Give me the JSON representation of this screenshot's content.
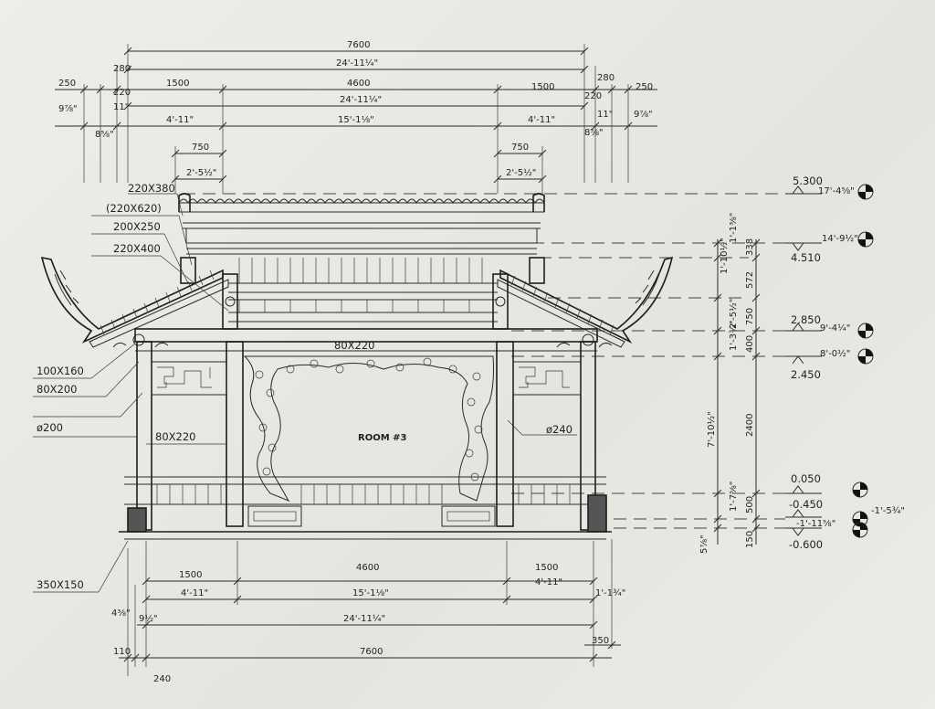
{
  "room_label": "ROOM #3",
  "top_dims": {
    "overall_mm": "7600",
    "overall_ft": "24'-11¼\"",
    "left_eave": "250",
    "left_eave_ft": "9⅞\"",
    "left_280": "280",
    "left_220": "220",
    "left_11": "11\"",
    "left_8": "8⅝\"",
    "bay_left": "1500",
    "bay_left_ft": "4'-11\"",
    "center_mm": "4600",
    "center_ft": "24'-11¼\"",
    "center_ft2": "15'-1⅛\"",
    "bay_right": "1500",
    "bay_right_ft": "4'-11\"",
    "right_280": "280",
    "right_220": "220",
    "right_eave": "250",
    "right_11": "11\"",
    "right_eave_ft": "9⅞\"",
    "right_8": "8⅝\"",
    "cap_left": "750",
    "cap_left_ft": "2'-5½\"",
    "cap_right": "750",
    "cap_right_ft": "2'-5½\""
  },
  "left_callouts": [
    "220X380",
    "(220X620)",
    "200X250",
    "220X400",
    "100X160",
    "80X200",
    "ø200",
    "80X220",
    "350X150"
  ],
  "center_labels": {
    "beam": "80X220",
    "column": "ø240"
  },
  "right_vertical": {
    "ft": [
      "1'-10½\"",
      "1'-1⅜\"",
      "2'-5½\"",
      "1'-3¾\"",
      "7'-10½\"",
      "1'-7⅝\"",
      "5⅞\""
    ],
    "mm": [
      "338",
      "572",
      "750",
      "400",
      "2400",
      "500",
      "150"
    ]
  },
  "elevations": [
    {
      "value": "5.300",
      "ft": "17'-4⅝\""
    },
    {
      "value": "4.510",
      "ft": "14'-9½\""
    },
    {
      "value": "2.850",
      "ft": "9'-4¼\""
    },
    {
      "value": "2.450",
      "ft": "8'-0½\""
    },
    {
      "value": "0.050",
      "ft": ""
    },
    {
      "value": "-0.450",
      "ft": "-1'-5¾\""
    },
    {
      "value": "-0.600",
      "ft": "-1'-11⅝\""
    }
  ],
  "bottom_dims": {
    "bay_left": "1500",
    "bay_left_ft": "4'-11\"",
    "center_mm": "4600",
    "center_ft": "15'-1⅛\"",
    "bay_right": "1500",
    "bay_right_ft": "4'-11\"",
    "right_ft": "1'-1¾\"",
    "left_a": "4⅜\"",
    "left_b": "9½\"",
    "overall_ft": "24'-11¼\"",
    "d110": "110",
    "overall_mm": "7600",
    "d350": "350",
    "d240": "240"
  }
}
